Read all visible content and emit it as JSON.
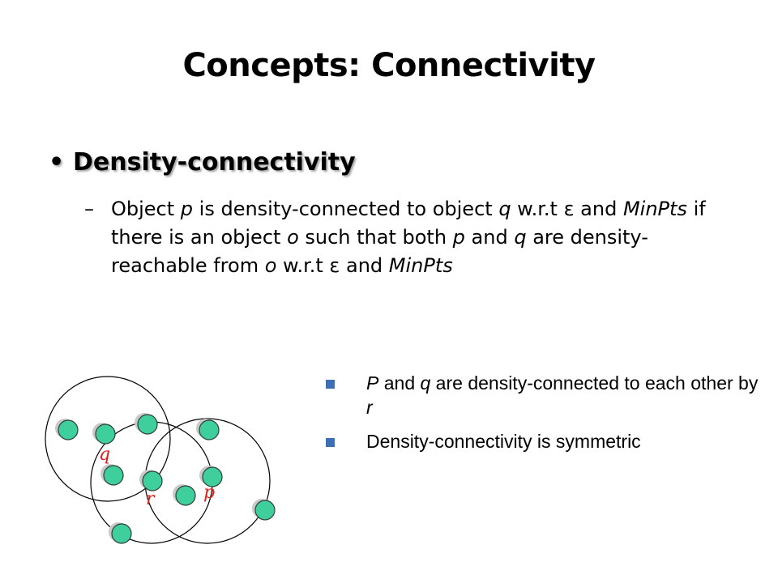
{
  "slide": {
    "title": "Concepts: Connectivity",
    "bullet": {
      "marker": "•",
      "label": "Density-connectivity"
    },
    "sub_bullet": {
      "dash": "–",
      "seg1": "Object ",
      "p1": "p",
      "seg2": " is density-connected to object ",
      "q1": "q",
      "seg3": " w.r.t ε and ",
      "minpts1": "MinPts",
      "seg4": " if there is an object ",
      "o1": "o",
      "seg5": " such that both ",
      "p2": "p",
      "seg6": " and ",
      "q2": "q",
      "seg7": " are density-reachable from ",
      "o2": "o",
      "seg8": " w.r.t ε and ",
      "minpts2": "MinPts"
    },
    "side_notes": [
      {
        "pre": "",
        "italic1": "P",
        "mid": " and ",
        "italic2": "q",
        "post": " are density-connected to each other by ",
        "italic3": "r"
      },
      {
        "text": "Density-connectivity is symmetric"
      }
    ]
  },
  "diagram": {
    "labels": {
      "q": "q",
      "r": "r",
      "p": "p"
    },
    "colors": {
      "point_fill": "#3fcf9c",
      "point_stroke": "#2f3f3a",
      "label_color": "#e0201a",
      "circle_stroke": "#000000",
      "bullet_square": "#3f6eb5"
    }
  }
}
